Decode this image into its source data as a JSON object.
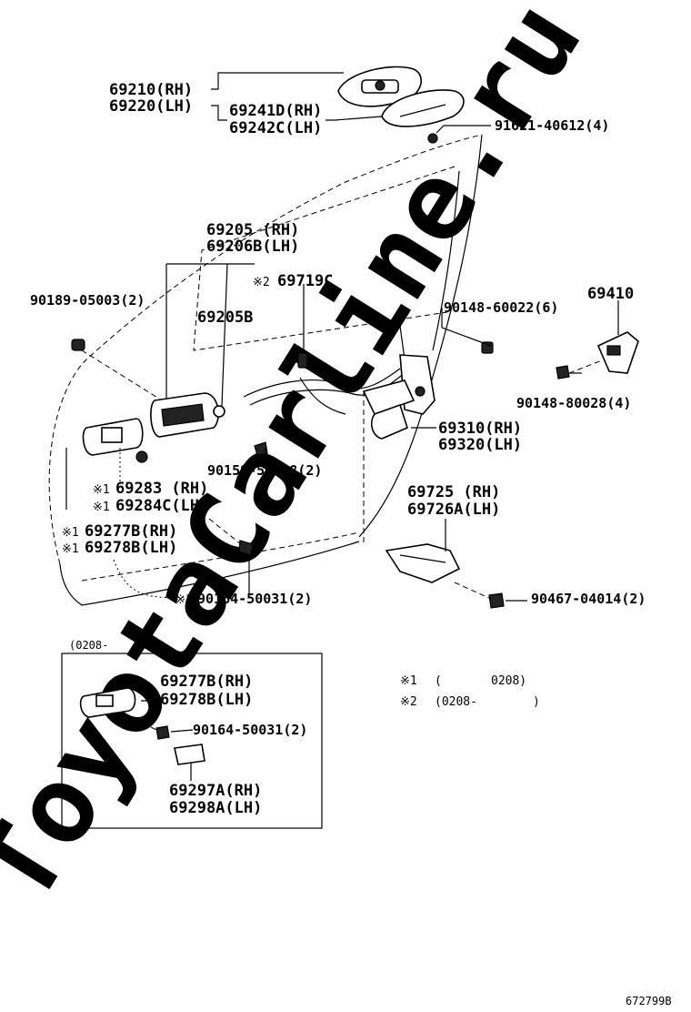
{
  "watermark": "ToyotaCarline.ru",
  "diagram_code": "672799B",
  "labels": {
    "p69210": "69210(RH)",
    "p69220": "69220(LH)",
    "p69241d": "69241D(RH)",
    "p69242c": "69242C(LH)",
    "p91621": "91621-40612(4)",
    "p69205": "69205 (RH)",
    "p69206b": "69206B(LH)",
    "p69719c_mark": "※2",
    "p69719c": "69719C",
    "p90189": "90189-05003(2)",
    "p69205b": "69205B",
    "p90148_60022": "90148-60022(6)",
    "p69410": "69410",
    "p90148_80028": "90148-80028(4)",
    "p69310": "69310(RH)",
    "p69320": "69320(LH)",
    "p90159": "90159-50098(2)",
    "p69283_mark": "※1",
    "p69283": "69283 (RH)",
    "p69284c_mark": "※1",
    "p69284c": "69284C(LH)",
    "p69725": "69725 (RH)",
    "p69726a": "69726A(LH)",
    "p69277b_mark": "※1",
    "p69277b": "69277B(RH)",
    "p69278b_mark": "※1",
    "p69278b": "69278B(LH)",
    "p90164_mark": "※1",
    "p90164": "90164-50031(2)",
    "p90467": "90467-04014(2)"
  },
  "inset": {
    "title_open": "(0208-",
    "title_close": ")",
    "p69277b": "69277B(RH)",
    "p69278b": "69278B(LH)",
    "p90164": "90164-50031(2)",
    "p69297a": "69297A(RH)",
    "p69298a": "69298A(LH)"
  },
  "legend": [
    {
      "mark": "※1",
      "open": "(",
      "value": "0208)"
    },
    {
      "mark": "※2",
      "open": "(0208-",
      "value": ")"
    }
  ]
}
